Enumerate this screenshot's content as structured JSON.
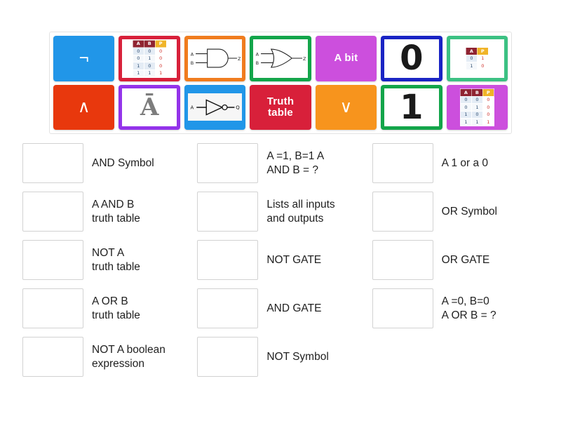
{
  "tile_bank": {
    "tiles": [
      {
        "id": "not-symbol-tile",
        "kind": "symbol",
        "symbol": "¬",
        "bg": "#2196e8",
        "border": "#2196e8"
      },
      {
        "id": "and-truth-table-tile",
        "kind": "truth-table3",
        "bg": "#ffffff",
        "border": "#d8203a",
        "table": {
          "headers": [
            "A",
            "B",
            "P"
          ],
          "rows": [
            [
              "0",
              "0",
              "0"
            ],
            [
              "0",
              "1",
              "0"
            ],
            [
              "1",
              "0",
              "0"
            ],
            [
              "1",
              "1",
              "1"
            ]
          ]
        }
      },
      {
        "id": "and-gate-tile",
        "kind": "gate-and",
        "bg": "#ffffff",
        "border": "#f07c1e",
        "gate": {
          "inputs": [
            "A",
            "B"
          ],
          "output": "Z"
        }
      },
      {
        "id": "or-gate-tile",
        "kind": "gate-or",
        "bg": "#ffffff",
        "border": "#13a54a",
        "gate": {
          "inputs": [
            "A",
            "B"
          ],
          "output": "Z"
        }
      },
      {
        "id": "a-bit-tile",
        "kind": "label",
        "label": "A bit",
        "bg": "#cc4fdd",
        "border": "#cc4fdd"
      },
      {
        "id": "zero-tile",
        "kind": "digit",
        "digit": "0",
        "bg": "#ffffff",
        "border": "#1a24c4"
      },
      {
        "id": "not-truth-table-tile",
        "kind": "truth-table2",
        "bg": "#ffffff",
        "border": "#3cc183",
        "table": {
          "headers": [
            "A",
            "P"
          ],
          "rows": [
            [
              "0",
              "1"
            ],
            [
              "1",
              "0"
            ]
          ]
        }
      },
      {
        "id": "and-symbol-tile",
        "kind": "symbol",
        "symbol": "∧",
        "bg": "#e8380d",
        "border": "#e8380d"
      },
      {
        "id": "not-a-expression-tile",
        "kind": "abar",
        "text": "Ā",
        "bg": "#ffffff",
        "border": "#9333ea"
      },
      {
        "id": "not-gate-tile",
        "kind": "gate-not",
        "bg": "#2196e8",
        "border": "#2196e8",
        "gate": {
          "inputs": [
            "A"
          ],
          "output": "Q"
        }
      },
      {
        "id": "truth-table-tile",
        "kind": "label",
        "label": "Truth\ntable",
        "bg": "#d8203a",
        "border": "#d8203a"
      },
      {
        "id": "or-symbol-tile",
        "kind": "symbol",
        "symbol": "∨",
        "bg": "#f7941d",
        "border": "#f7941d"
      },
      {
        "id": "one-tile",
        "kind": "digit",
        "digit": "1",
        "bg": "#ffffff",
        "border": "#13a54a"
      },
      {
        "id": "or-truth-table-tile",
        "kind": "truth-table3",
        "bg": "#cc4fdd",
        "border": "#cc4fdd",
        "table": {
          "headers": [
            "A",
            "B",
            "P"
          ],
          "rows": [
            [
              "0",
              "0",
              "0"
            ],
            [
              "0",
              "1",
              "0"
            ],
            [
              "1",
              "0",
              "0"
            ],
            [
              "1",
              "1",
              "1"
            ]
          ]
        }
      }
    ]
  },
  "answers": {
    "items": [
      {
        "index": 0,
        "text": "AND Symbol"
      },
      {
        "index": 1,
        "text": "A =1, B=1 A\nAND B = ?"
      },
      {
        "index": 2,
        "text": "A 1 or a 0"
      },
      {
        "index": 3,
        "text": "A AND B\ntruth table"
      },
      {
        "index": 4,
        "text": "Lists all inputs\nand outputs"
      },
      {
        "index": 5,
        "text": "OR Symbol"
      },
      {
        "index": 6,
        "text": "NOT A\ntruth table"
      },
      {
        "index": 7,
        "text": "NOT GATE"
      },
      {
        "index": 8,
        "text": "OR GATE"
      },
      {
        "index": 9,
        "text": "A OR B\ntruth table"
      },
      {
        "index": 10,
        "text": "AND GATE"
      },
      {
        "index": 11,
        "text": "A =0, B=0\nA OR B = ?"
      },
      {
        "index": 12,
        "text": "NOT A boolean\nexpression"
      },
      {
        "index": 13,
        "text": "NOT Symbol"
      },
      {
        "index": 14,
        "text": ""
      }
    ]
  },
  "colors": {
    "page_background": "#ffffff",
    "slot_border": "#d2d2d2",
    "text": "#1f1f1f",
    "bank_border": "#e3e3e3"
  }
}
